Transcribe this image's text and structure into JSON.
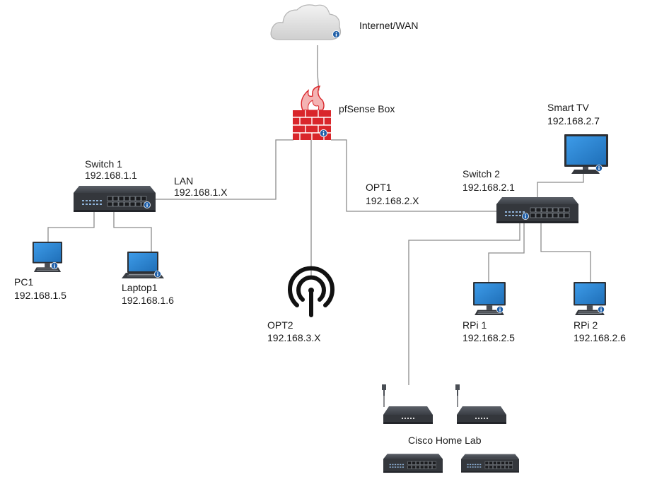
{
  "internet": {
    "label": "Internet/WAN"
  },
  "firewall": {
    "label": "pfSense Box"
  },
  "switch1": {
    "name": "Switch 1",
    "ip": "192.168.1.1"
  },
  "switch2": {
    "name": "Switch 2",
    "ip": "192.168.2.1"
  },
  "lan": {
    "name": "LAN",
    "ip": "192.168.1.X"
  },
  "opt1": {
    "name": "OPT1",
    "ip": "192.168.2.X"
  },
  "opt2": {
    "name": "OPT2",
    "ip": "192.168.3.X"
  },
  "pc1": {
    "name": "PC1",
    "ip": "192.168.1.5"
  },
  "laptop1": {
    "name": "Laptop1",
    "ip": "192.168.1.6"
  },
  "smart_tv": {
    "name": "Smart TV",
    "ip": "192.168.2.7"
  },
  "rpi1": {
    "name": "RPi 1",
    "ip": "192.168.2.5"
  },
  "rpi2": {
    "name": "RPi 2",
    "ip": "192.168.2.6"
  },
  "cisco_lab": {
    "label": "Cisco Home Lab"
  },
  "colors": {
    "line": "#8c8c8c",
    "device": "#3a3d42",
    "screen": "#2f86d6",
    "brick": "#d9262b",
    "info": "#1f5fa8"
  }
}
